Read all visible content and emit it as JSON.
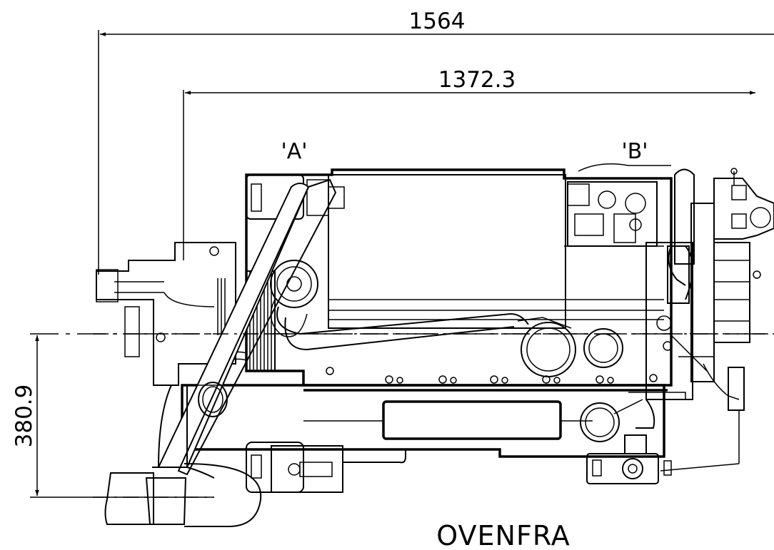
{
  "dimensions": {
    "overall_length": "1564",
    "length_between_mounts": "1372.3",
    "height_to_centerline": "380.9"
  },
  "labels": {
    "section_a": "'A'",
    "section_b": "'B'"
  },
  "caption": "OVENFRA",
  "colors": {
    "line": "#000000",
    "background": "#ffffff"
  }
}
